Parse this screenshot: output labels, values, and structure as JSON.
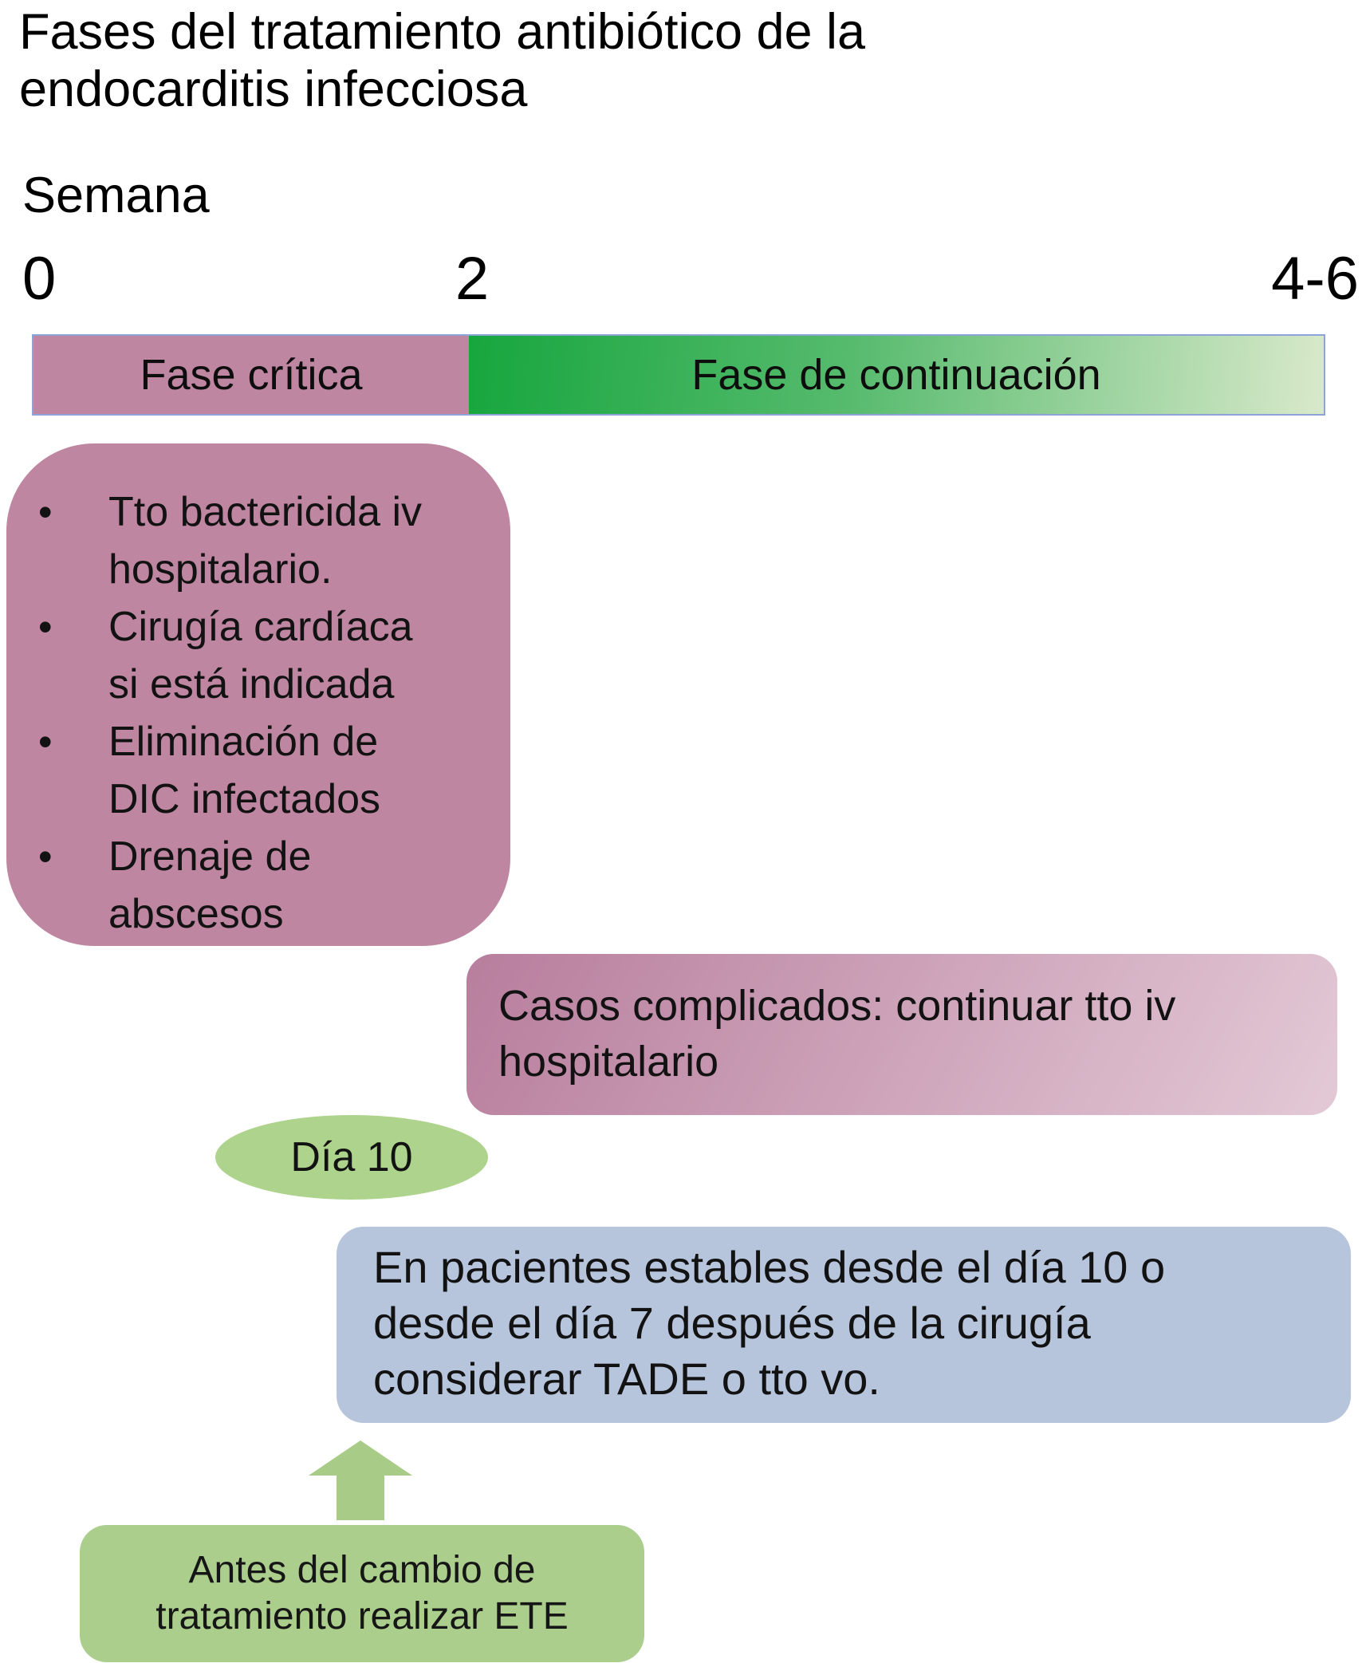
{
  "title": {
    "lines": [
      "Fases del tratamiento antibiótico de la",
      "endocarditis infecciosa"
    ]
  },
  "timeline": {
    "axis_label": "Semana",
    "ticks": [
      {
        "label": "0"
      },
      {
        "label": "2"
      },
      {
        "label": "4-6"
      }
    ],
    "phases": [
      {
        "label": "Fase crítica",
        "color": "#bf86a2"
      },
      {
        "label": "Fase de continuación",
        "color_start": "#17a63e",
        "color_end": "#d9e9cb"
      }
    ],
    "border_color": "#8ca4d8"
  },
  "critical_phase_box": {
    "color": "#bf86a2",
    "bullets": [
      [
        "Tto bactericida iv",
        "hospitalario."
      ],
      [
        "Cirugía cardíaca",
        "si está indicada"
      ],
      [
        "Eliminación de",
        "DIC infectados"
      ],
      [
        "Drenaje de",
        "abscesos"
      ]
    ]
  },
  "complicated_box": {
    "color_start": "#b87e9d",
    "color_end": "#e3c9d6",
    "lines": [
      "Casos complicados: continuar tto iv",
      "hospitalario"
    ]
  },
  "day10_ellipse": {
    "color": "#aed38c",
    "label": "Día 10"
  },
  "stable_box": {
    "color": "#b6c4dc",
    "lines": [
      "En pacientes estables desde el día 10 o",
      "desde el día 7 después de la cirugía",
      "considerar TADE o tto vo."
    ]
  },
  "arrow": {
    "color": "#a8cb87"
  },
  "ete_box": {
    "color": "#abce8d",
    "lines": [
      "Antes del cambio de",
      "tratamiento realizar ETE"
    ]
  }
}
